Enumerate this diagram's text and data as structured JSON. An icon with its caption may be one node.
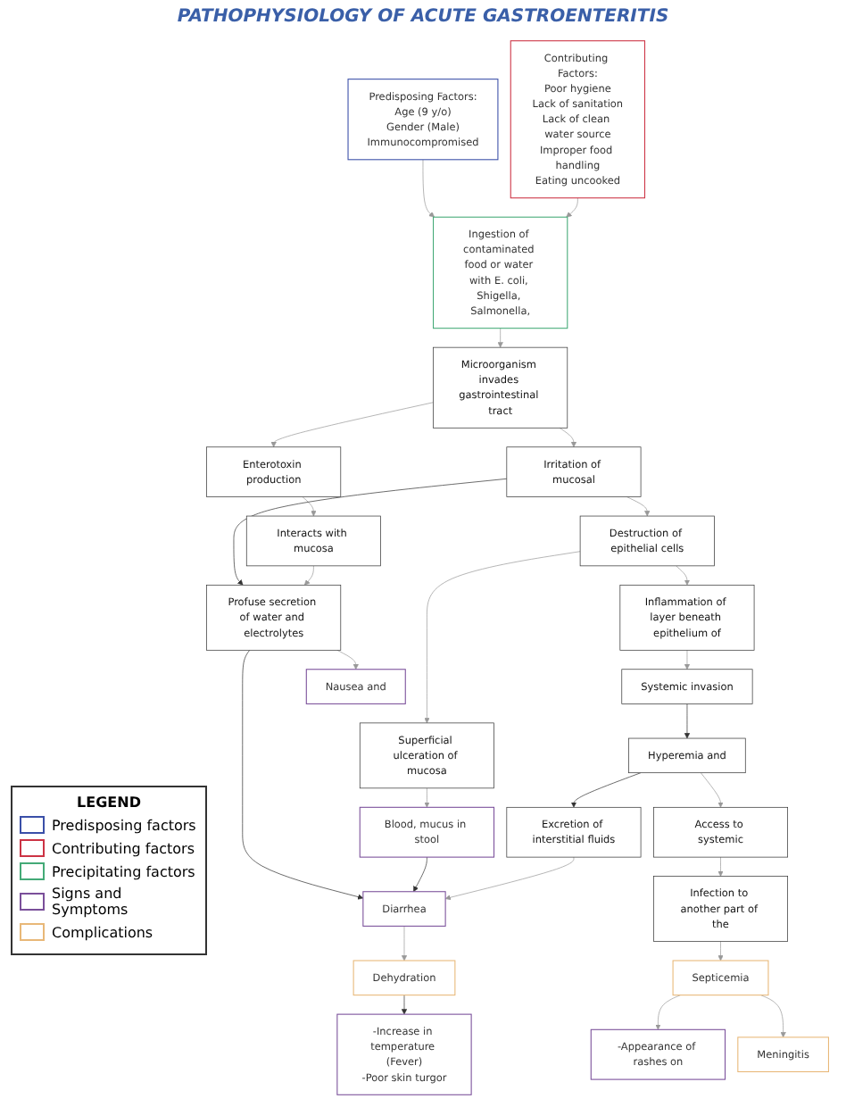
{
  "diagram": {
    "title": "PATHOPHYSIOLOGY OF ACUTE GASTROENTERITIS",
    "nodes": [
      {
        "text": [
          "Predisposing Factors:",
          "Age (9 y/o)",
          "Gender (Male)",
          "Immunocompromised"
        ]
      },
      {
        "text": [
          "Contributing Factors:",
          "Poor hygiene",
          "Lack of sanitation",
          "Lack of clean water source",
          "Improper food handling",
          "Eating uncooked"
        ]
      },
      {
        "text": [
          "Ingestion of contaminated food or water with E. coli, Shigella, Salmonella,"
        ]
      },
      {
        "text": [
          "Enterotoxin production"
        ]
      },
      {
        "text": [
          "Microorganism invades gastrointestinal tract"
        ]
      },
      {
        "text": [
          "Interacts with mucosa"
        ]
      },
      {
        "text": [
          "Irritation of mucosal"
        ]
      },
      {
        "text": [
          "Destruction of epithelial cells"
        ]
      },
      {
        "text": [
          "Inflammation of layer beneath epithelium of"
        ]
      },
      {
        "text": [
          "Superficial ulceration of mucosa"
        ]
      },
      {
        "text": [
          "Systemic invasion"
        ]
      },
      {
        "text": [
          "Profuse secretion of water and electrolytes"
        ]
      },
      {
        "text": [
          "Blood, mucus in stool"
        ]
      },
      {
        "text": [
          "Hyperemia and"
        ]
      },
      {
        "text": [
          "Nausea and"
        ]
      },
      {
        "text": [
          "Diarrhea"
        ]
      },
      {
        "text": [
          "Excretion of interstitial fluids"
        ]
      },
      {
        "text": [
          "Access to systemic"
        ]
      },
      {
        "text": [
          "Dehydration"
        ]
      },
      {
        "text": [
          "Infection to another part of the"
        ]
      },
      {
        "text": [
          "-Increase in temperature (Fever)",
          "-Poor skin turgor"
        ]
      },
      {
        "text": [
          "-Appearance of rashes on"
        ]
      },
      {
        "text": [
          "Septicemia"
        ]
      },
      {
        "text": [
          "Meningitis"
        ]
      }
    ],
    "edges": [
      {
        "from": 0,
        "to": 2,
        "arrow": "to"
      },
      {
        "from": 1,
        "to": 2,
        "arrow": "to"
      },
      {
        "from": 2,
        "to": 4,
        "arrow": "to"
      },
      {
        "from": 4,
        "to": 3,
        "arrow": "to"
      },
      {
        "from": 4,
        "to": 6,
        "arrow": "to"
      },
      {
        "from": 3,
        "to": 5,
        "arrow": "to"
      },
      {
        "from": 6,
        "to": 11,
        "arrow": "to",
        "color": "#333333"
      },
      {
        "from": 6,
        "to": 7,
        "arrow": "to"
      },
      {
        "from": 7,
        "to": 8,
        "arrow": "to"
      },
      {
        "from": 7,
        "to": 9,
        "arrow": "to"
      },
      {
        "from": 5,
        "to": 11,
        "arrow": "to"
      },
      {
        "from": 9,
        "to": 12,
        "arrow": "to"
      },
      {
        "from": 8,
        "to": 10,
        "arrow": "to"
      },
      {
        "from": 10,
        "to": 13,
        "arrow": "to",
        "color": "#333333"
      },
      {
        "from": 11,
        "to": 14,
        "arrow": "to"
      },
      {
        "from": 11,
        "to": 15,
        "arrow": "to",
        "color": "#333333"
      },
      {
        "from": 12,
        "to": 15,
        "arrow": "to",
        "color": "#333333"
      },
      {
        "from": 13,
        "to": 16,
        "arrow": "to",
        "color": "#333333"
      },
      {
        "from": 13,
        "to": 17,
        "arrow": "to"
      },
      {
        "from": 16,
        "to": 15,
        "arrow": "to"
      },
      {
        "from": 15,
        "to": 18,
        "arrow": "to"
      },
      {
        "from": 18,
        "to": 20,
        "arrow": "to",
        "color": "#333333"
      },
      {
        "from": 17,
        "to": 19,
        "arrow": "to"
      },
      {
        "from": 19,
        "to": 22,
        "arrow": "to"
      },
      {
        "from": 22,
        "to": 21,
        "arrow": "to"
      },
      {
        "from": 22,
        "to": 23,
        "arrow": "to"
      }
    ],
    "labels": [
      "LEGEND"
    ],
    "legend": [
      {
        "text": "Predisposing factors",
        "color": "#3a4fa8"
      },
      {
        "text": "Contributing factors",
        "color": "#cc3344"
      },
      {
        "text": "Precipitating factors",
        "color": "#44aa77"
      },
      {
        "text": "Signs and Symptoms",
        "color": "#7a4f9a"
      },
      {
        "text": "Complications",
        "color": "#e8b878"
      }
    ]
  }
}
